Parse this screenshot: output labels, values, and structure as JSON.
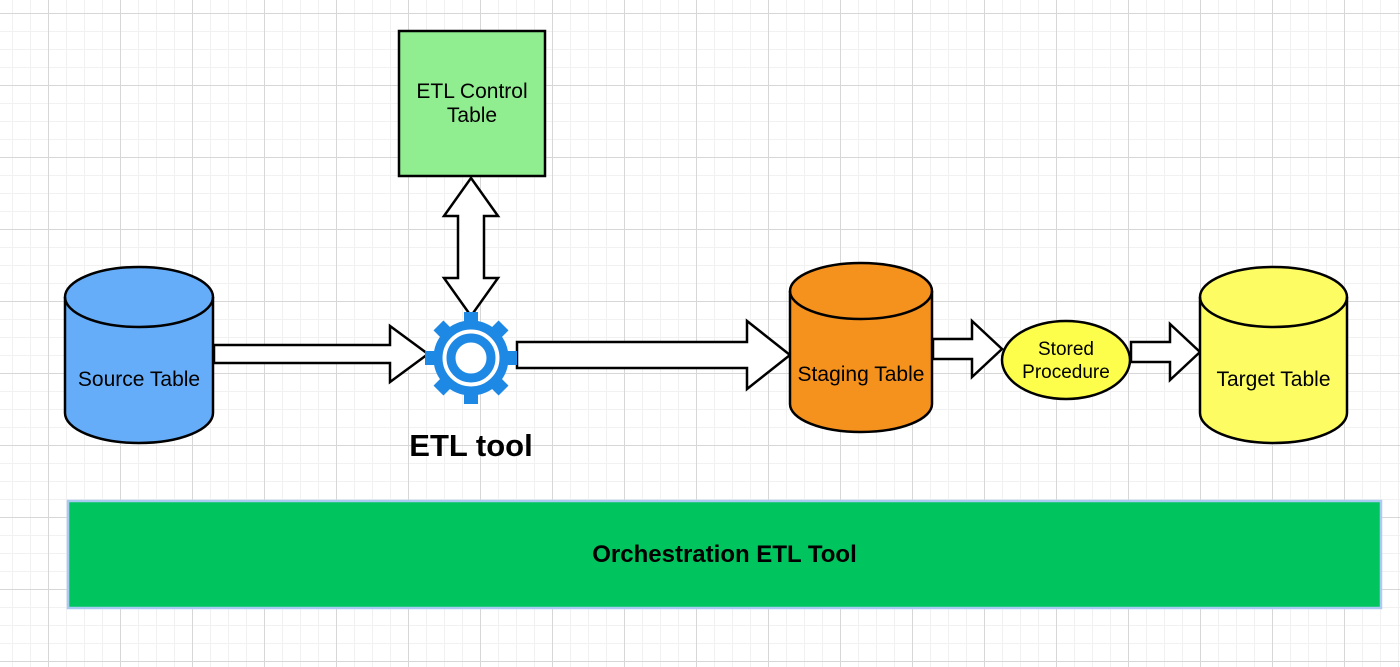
{
  "diagram": {
    "nodes": {
      "source_table": {
        "label": "Source Table",
        "fill": "#66ADF9"
      },
      "etl_control_table": {
        "line1": "ETL Control",
        "line2": "Table",
        "fill": "#90EE90"
      },
      "etl_tool": {
        "label": "ETL tool",
        "gear_color": "#1E88E5"
      },
      "staging_table": {
        "label": "Staging Table",
        "fill": "#F5921E"
      },
      "stored_procedure": {
        "line1": "Stored",
        "line2": "Procedure",
        "fill": "#FDFD4B"
      },
      "target_table": {
        "label": "Target Table",
        "fill": "#FDFD63"
      },
      "orchestration": {
        "label": "Orchestration ETL Tool",
        "fill": "#00C45E",
        "selection_border": "#A9CBF2"
      }
    },
    "connectors": {
      "fill": "#FFFFFF",
      "stroke": "#000000"
    },
    "canvas": {
      "background": "#FFFFFF",
      "grid_minor": "#F1F1F1",
      "grid_major": "#D7D7D7"
    }
  }
}
